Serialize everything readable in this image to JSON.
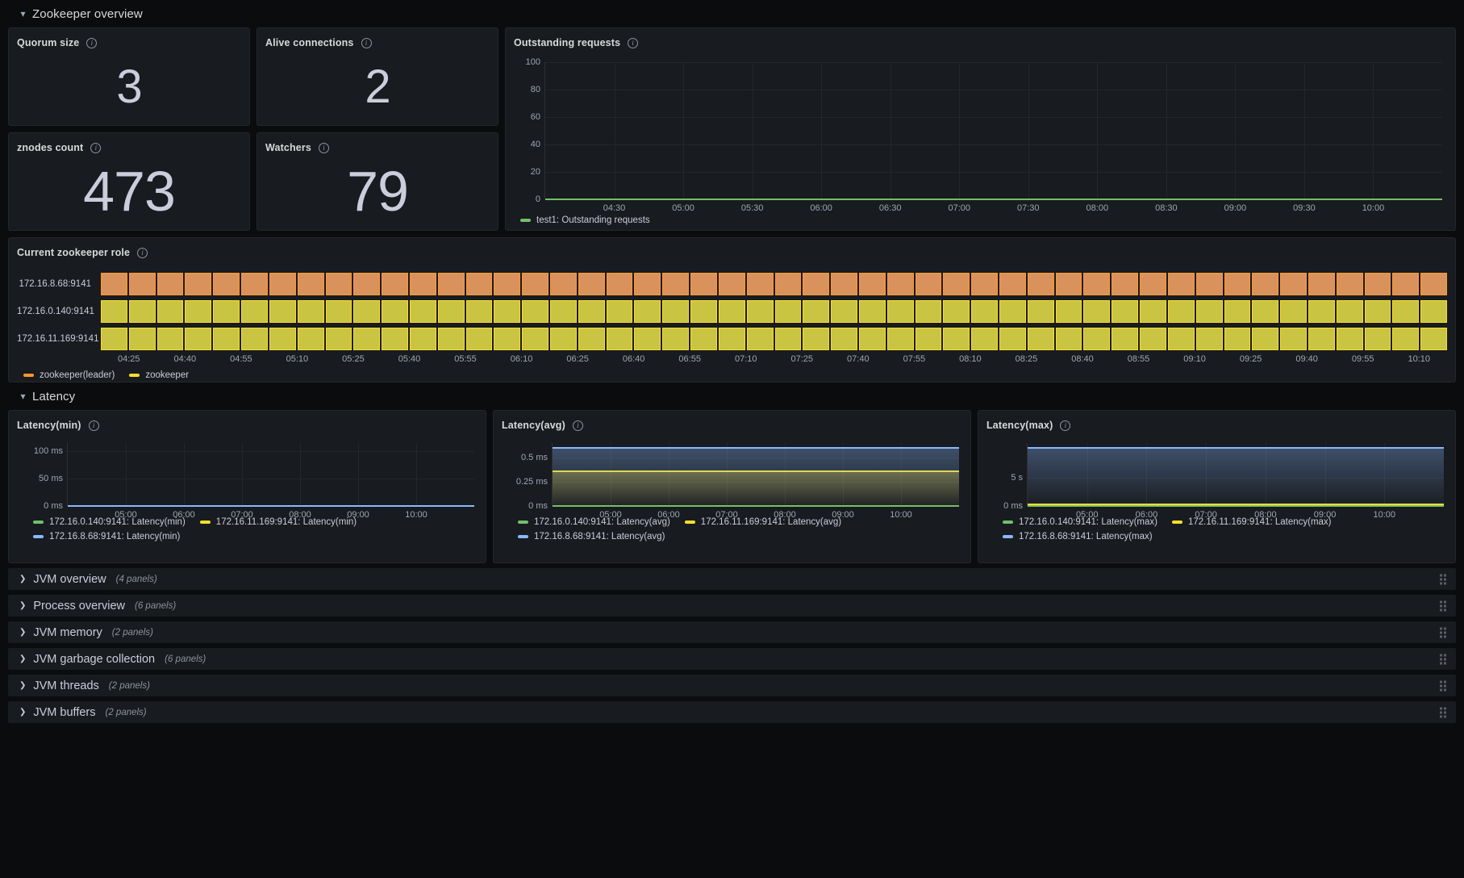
{
  "rows": {
    "zookeeper_overview": {
      "title": "Zookeeper overview",
      "chevron": "chevron-down-icon"
    },
    "latency": {
      "title": "Latency",
      "chevron": "chevron-down-icon"
    }
  },
  "stats": [
    {
      "title": "Quorum size",
      "value": "3",
      "info": "info-icon"
    },
    {
      "title": "Alive connections",
      "value": "2",
      "info": "info-icon"
    },
    {
      "title": "znodes count",
      "value": "473",
      "info": "info-icon"
    },
    {
      "title": "Watchers",
      "value": "79",
      "info": "info-icon"
    }
  ],
  "outstanding": {
    "title": "Outstanding requests",
    "legend": [
      {
        "label": "test1: Outstanding requests",
        "color": "#73bf69"
      }
    ]
  },
  "timeline": {
    "title": "Current zookeeper role",
    "rows": [
      {
        "label": "172.16.8.68:9141",
        "color": "#d9925c"
      },
      {
        "label": "172.16.0.140:9141",
        "color": "#c9c442"
      },
      {
        "label": "172.16.11.169:9141",
        "color": "#c9c442"
      }
    ],
    "ticks": [
      "04:25",
      "04:40",
      "04:55",
      "05:10",
      "05:25",
      "05:40",
      "05:55",
      "06:10",
      "06:25",
      "06:40",
      "06:55",
      "07:10",
      "07:25",
      "07:40",
      "07:55",
      "08:10",
      "08:25",
      "08:40",
      "08:55",
      "09:10",
      "09:25",
      "09:40",
      "09:55",
      "10:10"
    ],
    "legend": [
      {
        "label": "zookeeper(leader)",
        "color": "#ff9830"
      },
      {
        "label": "zookeeper",
        "color": "#fade2a"
      }
    ]
  },
  "latency_panels": [
    {
      "title": "Latency(min)",
      "legend": [
        {
          "label": "172.16.0.140:9141: Latency(min)",
          "color": "#73bf69"
        },
        {
          "label": "172.16.11.169:9141: Latency(min)",
          "color": "#fade2a"
        },
        {
          "label": "172.16.8.68:9141: Latency(min)",
          "color": "#8ab8ff"
        }
      ]
    },
    {
      "title": "Latency(avg)",
      "legend": [
        {
          "label": "172.16.0.140:9141: Latency(avg)",
          "color": "#73bf69"
        },
        {
          "label": "172.16.11.169:9141: Latency(avg)",
          "color": "#fade2a"
        },
        {
          "label": "172.16.8.68:9141: Latency(avg)",
          "color": "#8ab8ff"
        }
      ]
    },
    {
      "title": "Latency(max)",
      "legend": [
        {
          "label": "172.16.0.140:9141: Latency(max)",
          "color": "#73bf69"
        },
        {
          "label": "172.16.11.169:9141: Latency(max)",
          "color": "#fade2a"
        },
        {
          "label": "172.16.8.68:9141: Latency(max)",
          "color": "#8ab8ff"
        }
      ]
    }
  ],
  "collapsed_rows": [
    {
      "title": "JVM overview",
      "count": "(4 panels)"
    },
    {
      "title": "Process overview",
      "count": "(6 panels)"
    },
    {
      "title": "JVM memory",
      "count": "(2 panels)"
    },
    {
      "title": "JVM garbage collection",
      "count": "(6 panels)"
    },
    {
      "title": "JVM threads",
      "count": "(2 panels)"
    },
    {
      "title": "JVM buffers",
      "count": "(2 panels)"
    }
  ],
  "chart_data": [
    {
      "type": "line",
      "title": "Outstanding requests",
      "xlabel": "",
      "ylabel": "",
      "ylim": [
        0,
        100
      ],
      "yticks": [
        0,
        20,
        40,
        60,
        80,
        100
      ],
      "xticks": [
        "04:30",
        "05:00",
        "05:30",
        "06:00",
        "06:30",
        "07:00",
        "07:30",
        "08:00",
        "08:30",
        "09:00",
        "09:30",
        "10:00"
      ],
      "grid": true,
      "legend_position": "bottom",
      "series": [
        {
          "name": "test1: Outstanding requests",
          "color": "#73bf69",
          "constant_value": 0
        }
      ]
    },
    {
      "type": "heatmap",
      "title": "Current zookeeper role",
      "categories": [
        "172.16.8.68:9141",
        "172.16.0.140:9141",
        "172.16.11.169:9141"
      ],
      "states": [
        "zookeeper(leader)",
        "zookeeper",
        "zookeeper"
      ],
      "xticks": [
        "04:25",
        "04:40",
        "04:55",
        "05:10",
        "05:25",
        "05:40",
        "05:55",
        "06:10",
        "06:25",
        "06:40",
        "06:55",
        "07:10",
        "07:25",
        "07:40",
        "07:55",
        "08:10",
        "08:25",
        "08:40",
        "08:55",
        "09:10",
        "09:25",
        "09:40",
        "09:55",
        "10:10"
      ],
      "legend_position": "bottom"
    },
    {
      "type": "line",
      "title": "Latency(min)",
      "ylim": [
        0,
        115
      ],
      "yticks": [
        "0 ms",
        "50 ms",
        "100 ms"
      ],
      "ytick_values": [
        0,
        50,
        100
      ],
      "xticks": [
        "05:00",
        "06:00",
        "07:00",
        "08:00",
        "09:00",
        "10:00"
      ],
      "grid": true,
      "legend_position": "bottom",
      "series": [
        {
          "name": "172.16.0.140:9141: Latency(min)",
          "color": "#73bf69",
          "constant_value": 0
        },
        {
          "name": "172.16.11.169:9141: Latency(min)",
          "color": "#fade2a",
          "constant_value": 0
        },
        {
          "name": "172.16.8.68:9141: Latency(min)",
          "color": "#8ab8ff",
          "constant_value": 0
        }
      ]
    },
    {
      "type": "area",
      "title": "Latency(avg)",
      "ylim": [
        0,
        0.65
      ],
      "yticks": [
        "0 ms",
        "0.25 ms",
        "0.5 ms"
      ],
      "ytick_values": [
        0,
        0.25,
        0.5
      ],
      "xticks": [
        "05:00",
        "06:00",
        "07:00",
        "08:00",
        "09:00",
        "10:00"
      ],
      "grid": true,
      "legend_position": "bottom",
      "series": [
        {
          "name": "172.16.0.140:9141: Latency(avg)",
          "color": "#73bf69",
          "constant_value": 0
        },
        {
          "name": "172.16.11.169:9141: Latency(avg)",
          "color": "#fade2a",
          "constant_value": 0.36
        },
        {
          "name": "172.16.8.68:9141: Latency(avg)",
          "color": "#8ab8ff",
          "constant_value": 0.6
        }
      ]
    },
    {
      "type": "area",
      "title": "Latency(max)",
      "ylim": [
        0,
        11
      ],
      "yticks": [
        "0 ms",
        "5 s"
      ],
      "ytick_values": [
        0,
        5
      ],
      "xticks": [
        "05:00",
        "06:00",
        "07:00",
        "08:00",
        "09:00",
        "10:00"
      ],
      "grid": true,
      "legend_position": "bottom",
      "series": [
        {
          "name": "172.16.0.140:9141: Latency(max)",
          "color": "#73bf69",
          "constant_value": 0
        },
        {
          "name": "172.16.11.169:9141: Latency(max)",
          "color": "#fade2a",
          "constant_value": 0.25
        },
        {
          "name": "172.16.8.68:9141: Latency(max)",
          "color": "#8ab8ff",
          "constant_value": 10.2
        }
      ]
    }
  ]
}
